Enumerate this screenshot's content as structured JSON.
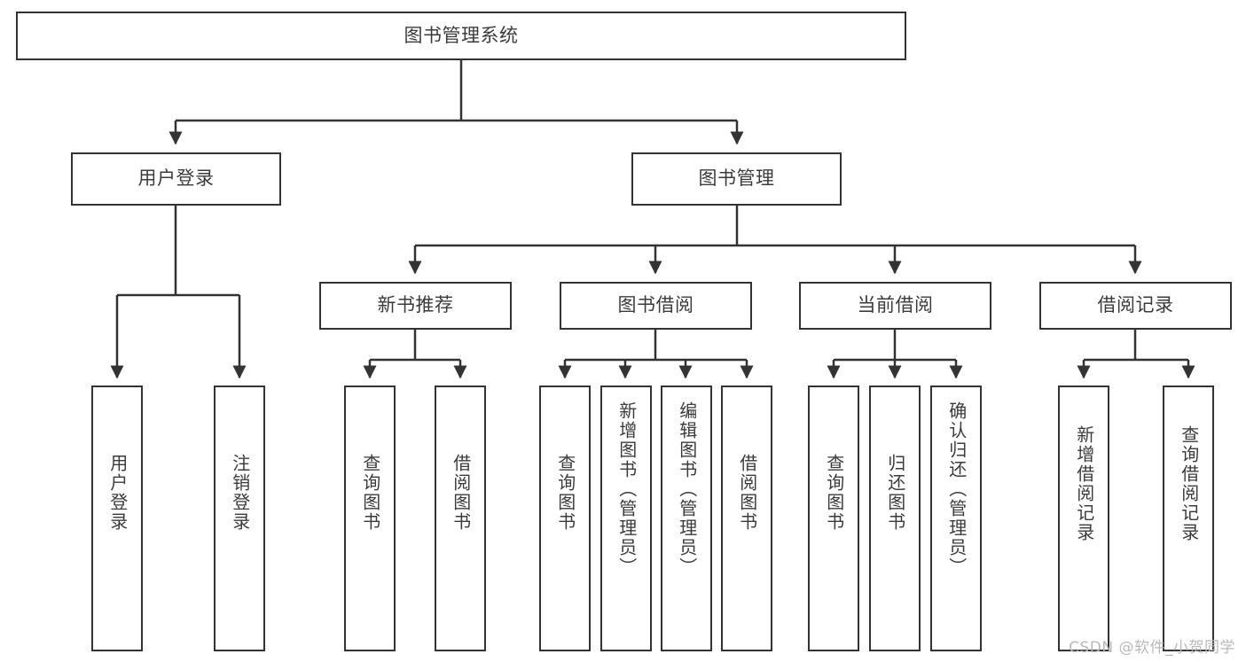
{
  "diagram": {
    "type": "tree",
    "title": "图书管理系统",
    "colors": {
      "stroke": "#333333",
      "node_fill": "#ffffff",
      "text": "#3b3b3b",
      "watermark": "#b9b9b9",
      "background": "#ffffff"
    },
    "root": {
      "label": "图书管理系统"
    },
    "level2": [
      {
        "label": "用户登录"
      },
      {
        "label": "图书管理"
      }
    ],
    "level3": [
      {
        "label": "新书推荐"
      },
      {
        "label": "图书借阅"
      },
      {
        "label": "当前借阅"
      },
      {
        "label": "借阅记录"
      }
    ],
    "leaves": {
      "user_login": [
        {
          "label": "用户登录"
        },
        {
          "label": "注销登录"
        }
      ],
      "new_book_recommend": [
        {
          "label": "查询图书"
        },
        {
          "label": "借阅图书"
        }
      ],
      "book_borrow": [
        {
          "label": "查询图书"
        },
        {
          "label": "新增图书（管理员）"
        },
        {
          "label": "编辑图书（管理员）"
        },
        {
          "label": "借阅图书"
        }
      ],
      "current_borrow": [
        {
          "label": "查询图书"
        },
        {
          "label": "归还图书"
        },
        {
          "label": "确认归还（管理员）"
        }
      ],
      "borrow_record": [
        {
          "label": "新增借阅记录"
        },
        {
          "label": "查询借阅记录"
        }
      ]
    }
  },
  "watermark": {
    "text": "CSDN @软件_小贺同学"
  }
}
